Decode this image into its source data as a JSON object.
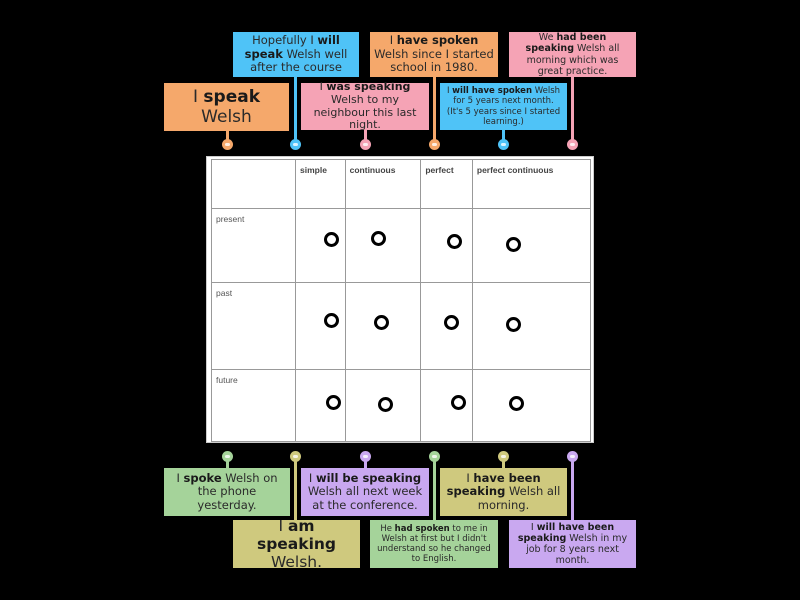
{
  "colors": {
    "orange": "#f5a86b",
    "blue": "#4fc3f7",
    "pink": "#f5a3b5",
    "green": "#a5d39a",
    "olive": "#cfc97e",
    "purple": "#c9a8f0",
    "background": "#000000"
  },
  "table": {
    "columns": [
      "",
      "simple",
      "continuous",
      "perfect",
      "perfect continuous"
    ],
    "rows": [
      {
        "label": "present"
      },
      {
        "label": "past"
      },
      {
        "label": "future"
      }
    ]
  },
  "top_cards": [
    {
      "pre": "I ",
      "bold": "speak",
      "post": " Welsh",
      "color": "orange"
    },
    {
      "pre": "Hopefully I ",
      "bold": "will speak",
      "post": " Welsh well after the course",
      "color": "blue"
    },
    {
      "pre": "I ",
      "bold": "was speaking",
      "post": " Welsh to my neighbour this last night.",
      "color": "pink"
    },
    {
      "pre": "I ",
      "bold": "have spoken",
      "post": " Welsh since I started school in 1980.",
      "color": "orange"
    },
    {
      "pre": "I ",
      "bold": "will have spoken",
      "post": " Welsh for 5 years next month. (It's 5 years since I started learning.)",
      "color": "blue"
    },
    {
      "pre": "We ",
      "bold": "had been speaking",
      "post": " Welsh all morning which was great practice.",
      "color": "pink"
    }
  ],
  "bottom_cards": [
    {
      "pre": "I ",
      "bold": "spoke",
      "post": " Welsh on the phone yesterday.",
      "color": "green"
    },
    {
      "pre": "I ",
      "bold": "am speaking",
      "post": " Welsh.",
      "color": "olive"
    },
    {
      "pre": "I ",
      "bold": "will be speaking",
      "post": " Welsh all next week at the conference.",
      "color": "purple"
    },
    {
      "pre": "He ",
      "bold": "had spoken",
      "post": " to me in Welsh at first but I didn't understand so he changed to English.",
      "color": "green"
    },
    {
      "pre": "I ",
      "bold": "have been speaking",
      "post": " Welsh all morning.",
      "color": "olive"
    },
    {
      "pre": "I ",
      "bold": "will have been speaking",
      "post": " Welsh in my job for 8 years next month.",
      "color": "purple"
    }
  ]
}
